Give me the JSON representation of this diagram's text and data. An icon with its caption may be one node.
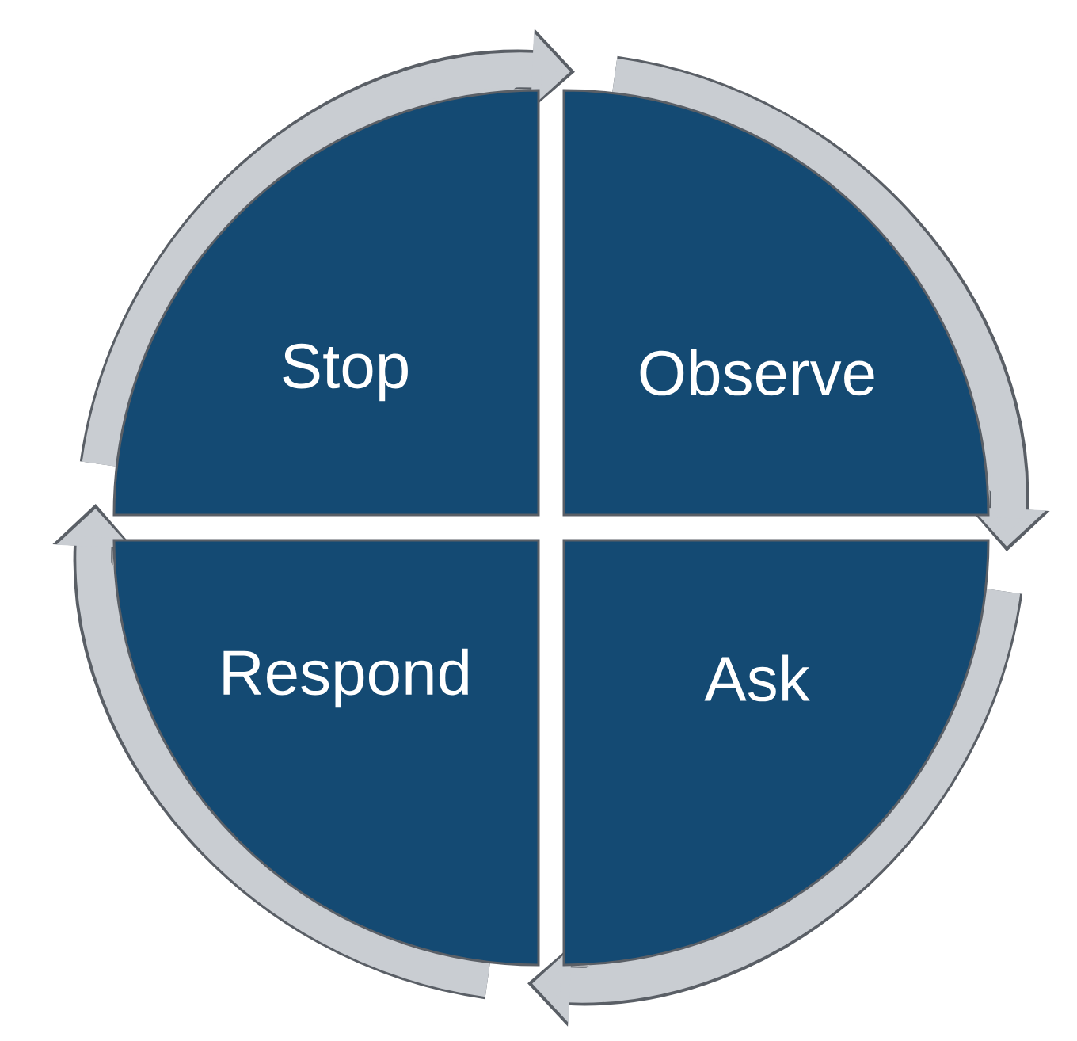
{
  "diagram": {
    "nodes": [
      {
        "text": [
          "Stop"
        ]
      },
      {
        "text": [
          "Observe"
        ]
      },
      {
        "text": [
          "Ask"
        ]
      },
      {
        "text": [
          "Respond"
        ]
      }
    ],
    "edges": [
      {
        "from": 0,
        "to": 1,
        "arrow": "to"
      },
      {
        "from": 1,
        "to": 2,
        "arrow": "to"
      },
      {
        "from": 2,
        "to": 3,
        "arrow": "to"
      },
      {
        "from": 3,
        "to": 0,
        "arrow": "to"
      }
    ]
  }
}
